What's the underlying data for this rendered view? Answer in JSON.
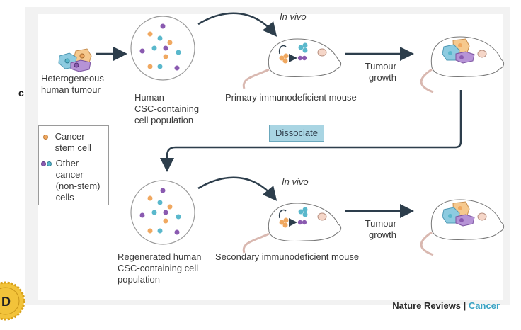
{
  "side_label": "c",
  "colors": {
    "stem": "#f0a860",
    "purple": "#8a5ab0",
    "teal": "#5ab8cc",
    "arrow": "#2d3e4c",
    "dissociate_bg": "#a9d5e3",
    "credit_accent": "#3aa3c4"
  },
  "labels": {
    "tumour": [
      "Heterogeneous",
      "human tumour"
    ],
    "population": [
      "Human",
      "CSC-containing",
      "cell population"
    ],
    "in_vivo_1": "In vivo",
    "primary_mouse": "Primary immunodeficient mouse",
    "growth_1": [
      "Tumour",
      "growth"
    ],
    "dissociate": "Dissociate",
    "regenerated": [
      "Regenerated human",
      "CSC-containing cell",
      "population"
    ],
    "in_vivo_2": "In vivo",
    "secondary_mouse": "Secondary immunodeficient mouse",
    "growth_2": [
      "Tumour",
      "growth"
    ]
  },
  "legend": {
    "stem": [
      "Cancer",
      "stem cell"
    ],
    "other": [
      "Other",
      "cancer",
      "(non-stem)",
      "cells"
    ]
  },
  "credit": {
    "publisher": "Nature Reviews",
    "separator": " | ",
    "journal": "Cancer"
  }
}
